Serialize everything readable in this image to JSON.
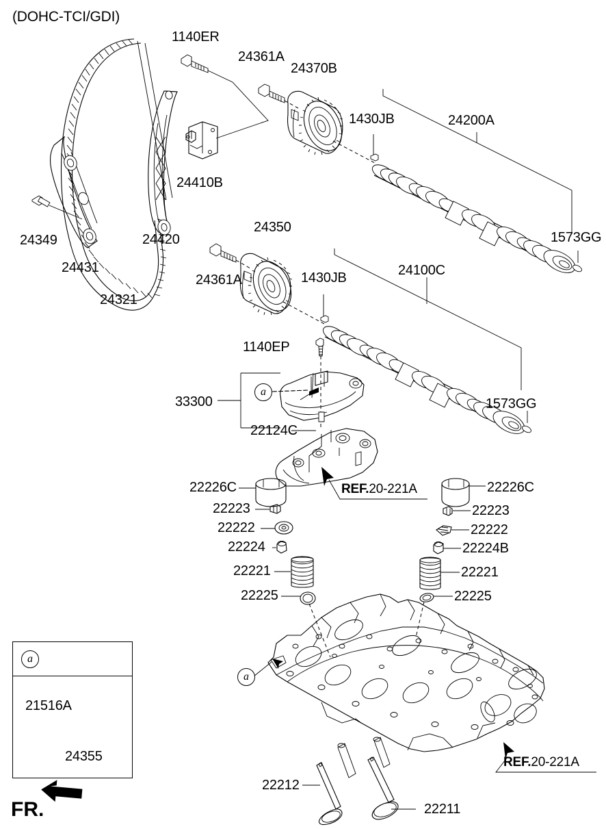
{
  "diagram": {
    "title": "(DOHC-TCI/GDI)",
    "front_marker": "FR.",
    "callout_symbol": "a",
    "reference_prefix": "REF.",
    "reference_code": "20-221A",
    "colors": {
      "line": "#000000",
      "background": "#ffffff"
    }
  },
  "labels": {
    "timing_chain_bolt": "1140ER",
    "sprocket_bolt_upper": "24361A",
    "cvvt_exhaust": "24370B",
    "key_upper": "1430JB",
    "camshaft_exhaust": "24200A",
    "seal_upper": "1573GG",
    "tensioner": "24410B",
    "guide_fixed": "24420",
    "pin": "24349",
    "guide_pivot": "24431",
    "timing_chain": "24321",
    "cvvt_intake": "24350",
    "sprocket_bolt_lower": "24361A",
    "key_lower": "1430JB",
    "camshaft_intake": "24100C",
    "seal_lower": "1573GG",
    "oil_control_bolt": "1140EP",
    "bracket_assembly": "33300",
    "bracket_bolt": "22124C",
    "tappet_left": "22226C",
    "retainer_left": "22223",
    "seat_left": "22222",
    "stem_seal_left": "22224",
    "valve_spring_left": "22221",
    "spring_seat_left": "22225",
    "tappet_right": "22226C",
    "retainer_right": "22223",
    "seat_right": "22222",
    "stem_seal_right": "22224B",
    "valve_spring_right": "22221",
    "spring_seat_right": "22225",
    "valve_exhaust": "22212",
    "valve_intake": "22211",
    "ref_mid": "20-221A",
    "ref_lower": "20-221A"
  },
  "inset": {
    "symbol": "a",
    "bolt": "21516A",
    "ocv": "24355"
  }
}
